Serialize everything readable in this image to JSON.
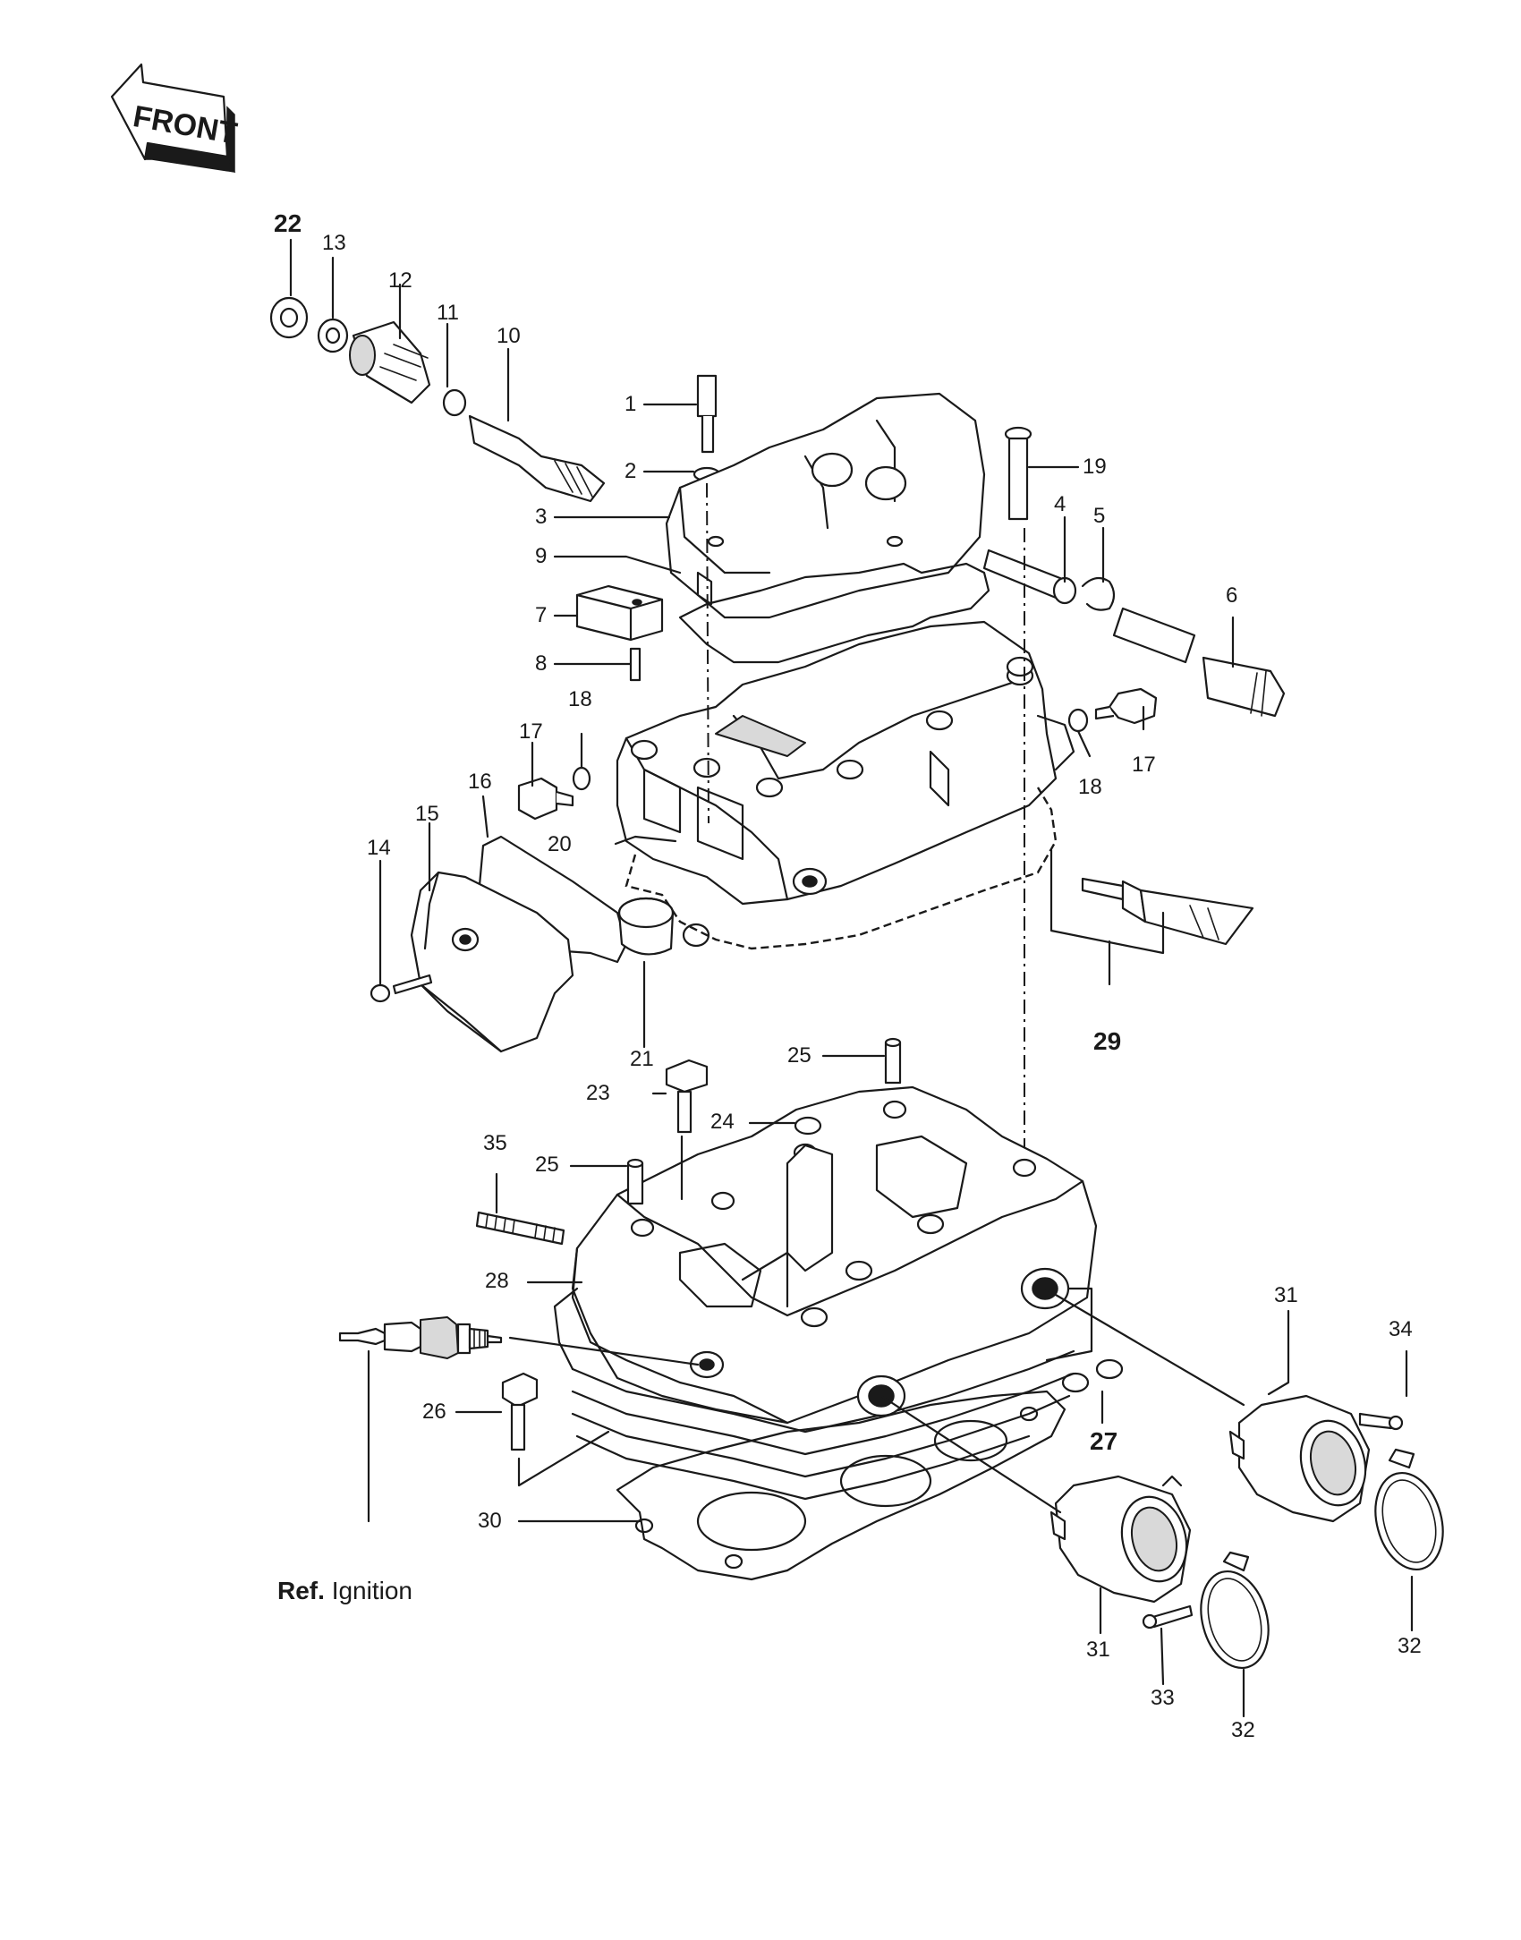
{
  "front_arrow": {
    "label": "FRONT"
  },
  "reference": {
    "prefix": "Ref.",
    "target": "Ignition"
  },
  "callouts": [
    {
      "id": "c22",
      "text": "22"
    },
    {
      "id": "c13",
      "text": "13"
    },
    {
      "id": "c12",
      "text": "12"
    },
    {
      "id": "c11",
      "text": "11"
    },
    {
      "id": "c10",
      "text": "10"
    },
    {
      "id": "c1",
      "text": "1"
    },
    {
      "id": "c2",
      "text": "2"
    },
    {
      "id": "c3",
      "text": "3"
    },
    {
      "id": "c9",
      "text": "9"
    },
    {
      "id": "c7",
      "text": "7"
    },
    {
      "id": "c8",
      "text": "8"
    },
    {
      "id": "c19",
      "text": "19"
    },
    {
      "id": "c4",
      "text": "4"
    },
    {
      "id": "c5",
      "text": "5"
    },
    {
      "id": "c6",
      "text": "6"
    },
    {
      "id": "c17a",
      "text": "17"
    },
    {
      "id": "c18a",
      "text": "18"
    },
    {
      "id": "c17b",
      "text": "17"
    },
    {
      "id": "c18b",
      "text": "18"
    },
    {
      "id": "c16",
      "text": "16"
    },
    {
      "id": "c15",
      "text": "15"
    },
    {
      "id": "c14",
      "text": "14"
    },
    {
      "id": "c20",
      "text": "20"
    },
    {
      "id": "c21",
      "text": "21"
    },
    {
      "id": "c29",
      "text": "29"
    },
    {
      "id": "c25a",
      "text": "25"
    },
    {
      "id": "c23",
      "text": "23"
    },
    {
      "id": "c24",
      "text": "24"
    },
    {
      "id": "c35",
      "text": "35"
    },
    {
      "id": "c25b",
      "text": "25"
    },
    {
      "id": "c28",
      "text": "28"
    },
    {
      "id": "c26",
      "text": "26"
    },
    {
      "id": "c27",
      "text": "27"
    },
    {
      "id": "c30",
      "text": "30"
    },
    {
      "id": "c31a",
      "text": "31"
    },
    {
      "id": "c34",
      "text": "34"
    },
    {
      "id": "c31b",
      "text": "31"
    },
    {
      "id": "c33",
      "text": "33"
    },
    {
      "id": "c32a",
      "text": "32"
    },
    {
      "id": "c32b",
      "text": "32"
    }
  ]
}
